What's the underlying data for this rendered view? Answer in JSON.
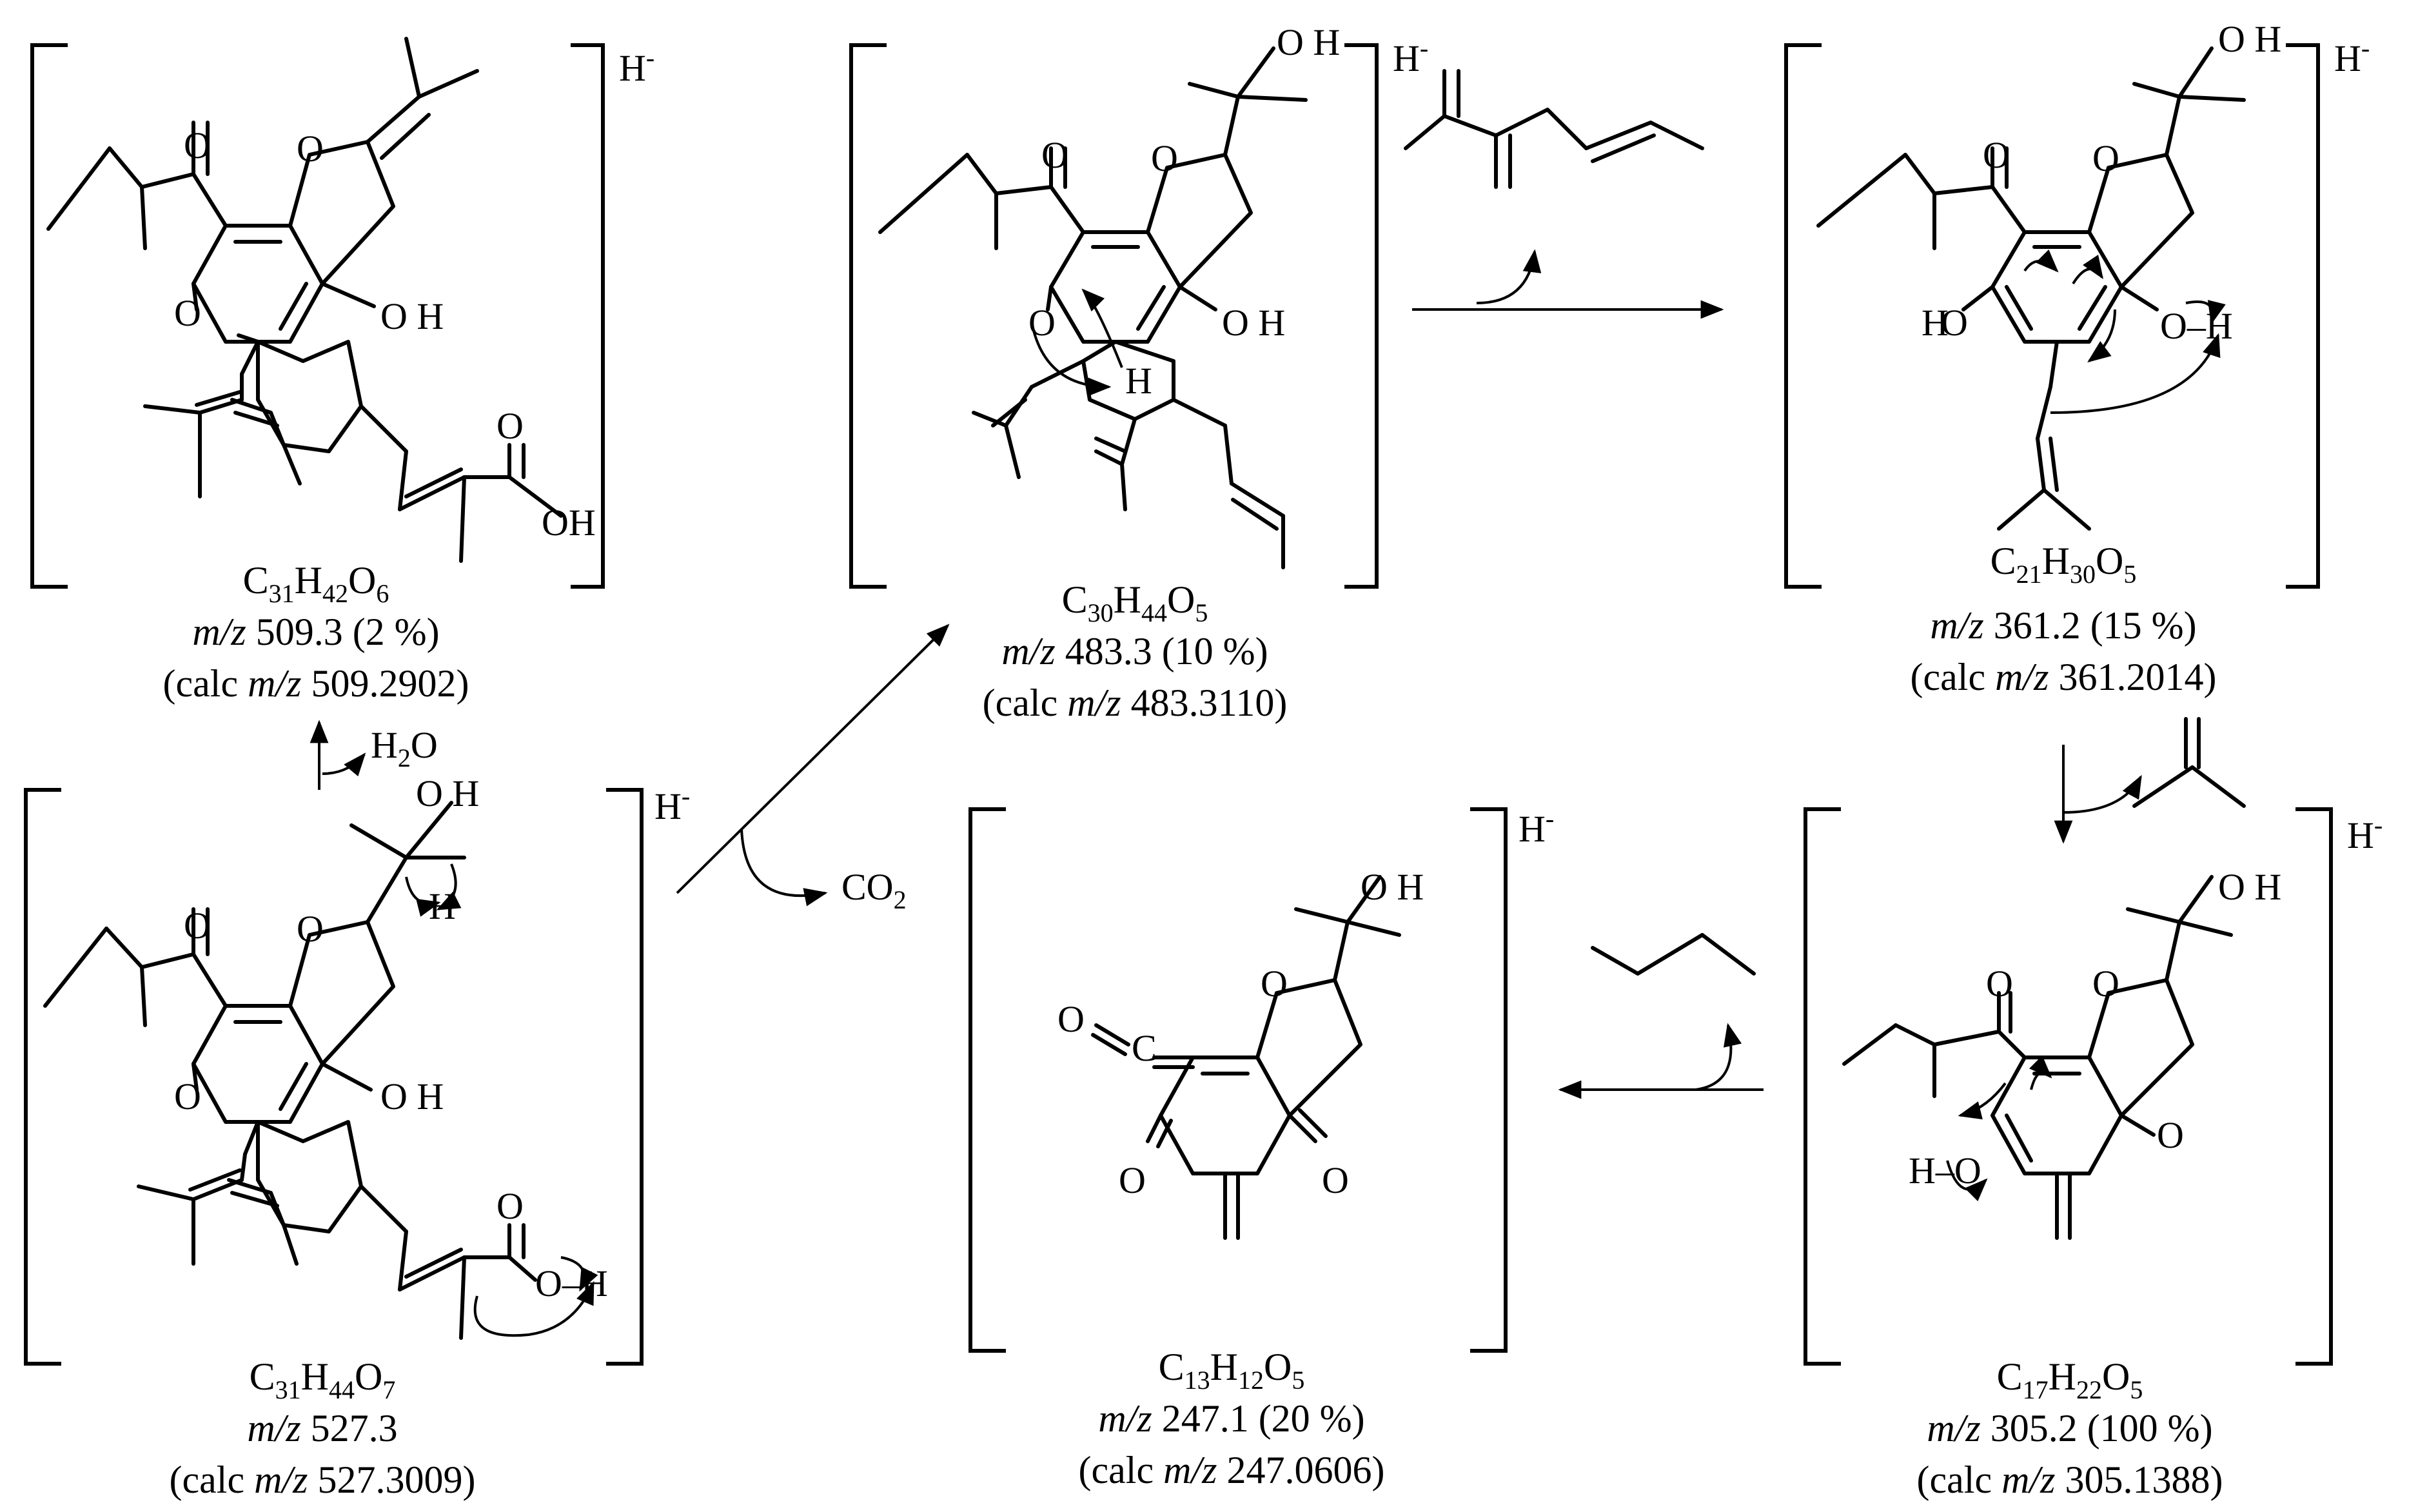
{
  "compounds": [
    {
      "id": "c509",
      "formula_parts": [
        "C",
        "31",
        "H",
        "42",
        "O",
        "6"
      ],
      "mz_label": "m/z",
      "mz_value": "509.3 (2 %)",
      "calc_prefix": "(calc ",
      "calc_label": "m/z",
      "calc_value": "509.2902)",
      "charge": "H",
      "charge_sup": "-"
    },
    {
      "id": "c483",
      "formula_parts": [
        "C",
        "30",
        "H",
        "44",
        "O",
        "5"
      ],
      "mz_label": "m/z",
      "mz_value": "483.3 (10 %)",
      "calc_prefix": "(calc ",
      "calc_label": "m/z",
      "calc_value": "483.3110)",
      "charge": "H",
      "charge_sup": "-"
    },
    {
      "id": "c361",
      "formula_parts": [
        "C",
        "21",
        "H",
        "30",
        "O",
        "5"
      ],
      "mz_label": "m/z",
      "mz_value": "361.2 (15 %)",
      "calc_prefix": "(calc ",
      "calc_label": "m/z",
      "calc_value": "361.2014)",
      "charge": "H",
      "charge_sup": "-"
    },
    {
      "id": "c527",
      "formula_parts": [
        "C",
        "31",
        "H",
        "44",
        "O",
        "7"
      ],
      "mz_label": "m/z",
      "mz_value": "527.3",
      "calc_prefix": "(calc ",
      "calc_label": "m/z",
      "calc_value": "527.3009)",
      "charge": "H",
      "charge_sup": "-"
    },
    {
      "id": "c247",
      "formula_parts": [
        "C",
        "13",
        "H",
        "12",
        "O",
        "5"
      ],
      "mz_label": "m/z",
      "mz_value": "247.1 (20 %)",
      "calc_prefix": "(calc ",
      "calc_label": "m/z",
      "calc_value": "247.0606)",
      "charge": "H",
      "charge_sup": "-"
    },
    {
      "id": "c305",
      "formula_parts": [
        "C",
        "17",
        "H",
        "22",
        "O",
        "5"
      ],
      "mz_label": "m/z",
      "mz_value": "305.2 (100 %)",
      "calc_prefix": "(calc ",
      "calc_label": "m/z",
      "calc_value": "305.1388)",
      "charge": "H",
      "charge_sup": "-"
    }
  ],
  "atoms": {
    "O": "O",
    "OH": "OH",
    "OH_spaced": "O H",
    "H": "H",
    "H_minus_O": "H–O",
    "O_minus_H": "O–H",
    "C": "C"
  },
  "losses": {
    "water": [
      "H",
      "2",
      "O"
    ],
    "co2": [
      "CO",
      "2"
    ]
  }
}
